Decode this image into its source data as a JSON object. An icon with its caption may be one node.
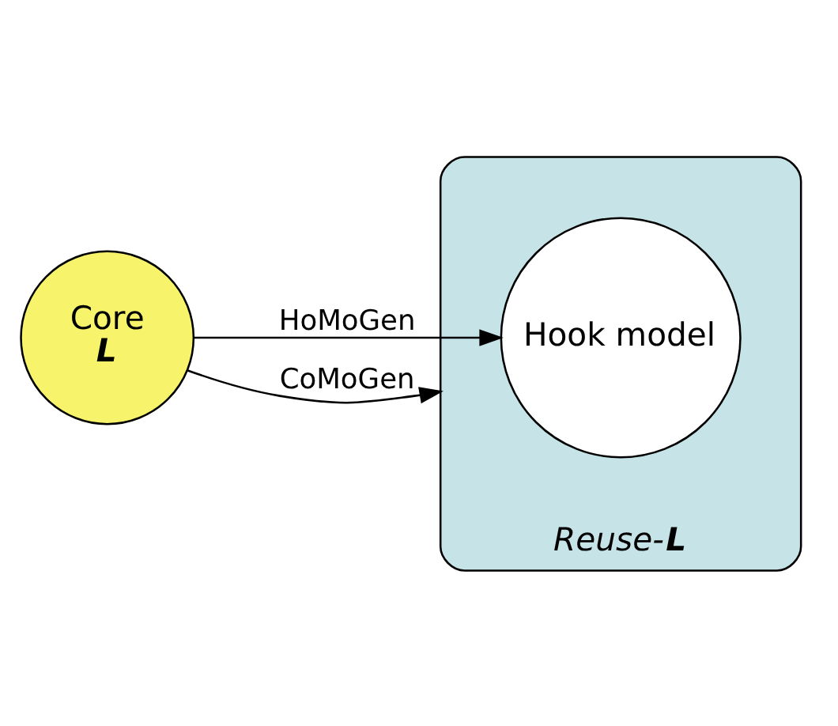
{
  "diagram": {
    "nodes": [
      {
        "text": [
          "Core",
          "L"
        ]
      },
      {
        "text": [
          "Reuse-**L**"
        ]
      },
      {
        "text": [
          "Hook model"
        ],
        "in": 1
      }
    ],
    "edges": [
      {
        "from": 0,
        "to": 2,
        "arrow": "to",
        "label": "HoMoGen"
      },
      {
        "from": 0,
        "to": 1,
        "arrow": "to",
        "label": "CoMoGen"
      }
    ]
  }
}
